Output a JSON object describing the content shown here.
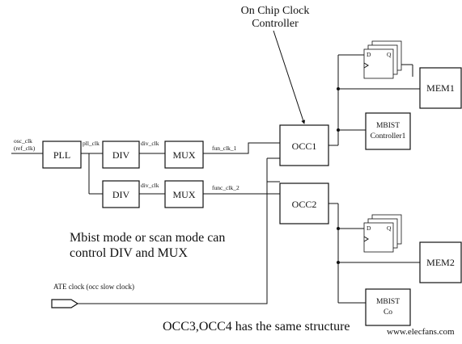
{
  "title": {
    "line1": "On Chip Clock",
    "line2": "Controller"
  },
  "inputs": {
    "osc_clk": "osc_clk",
    "ref_clk": "(ref_clk)",
    "ate_clock": "ATE clock (occ slow clock)"
  },
  "blocks": {
    "pll": "PLL",
    "div1": "DIV",
    "div2": "DIV",
    "mux1": "MUX",
    "mux2": "MUX",
    "occ1": "OCC1",
    "occ2": "OCC2",
    "mem1": "MEM1",
    "mem2": "MEM2",
    "mbist1_line1": "MBIST",
    "mbist1_line2": "Controller1",
    "mbist2_line1": "MBIST",
    "mbist2_line2": "Co"
  },
  "signals": {
    "pll_clk": "pll_clk",
    "div_clk_1": "div_clk",
    "div_clk_2": "div_clk",
    "fun_clk_1": "fun_clk_1",
    "func_clk_2": "func_clk_2"
  },
  "flipflop": {
    "d": "D",
    "q": "Q"
  },
  "notes": {
    "mode_line1": "Mbist mode or scan mode can",
    "mode_line2": "control DIV and MUX",
    "footer": "OCC3,OCC4 has the same structure"
  },
  "watermark": "www.elecfans.com"
}
